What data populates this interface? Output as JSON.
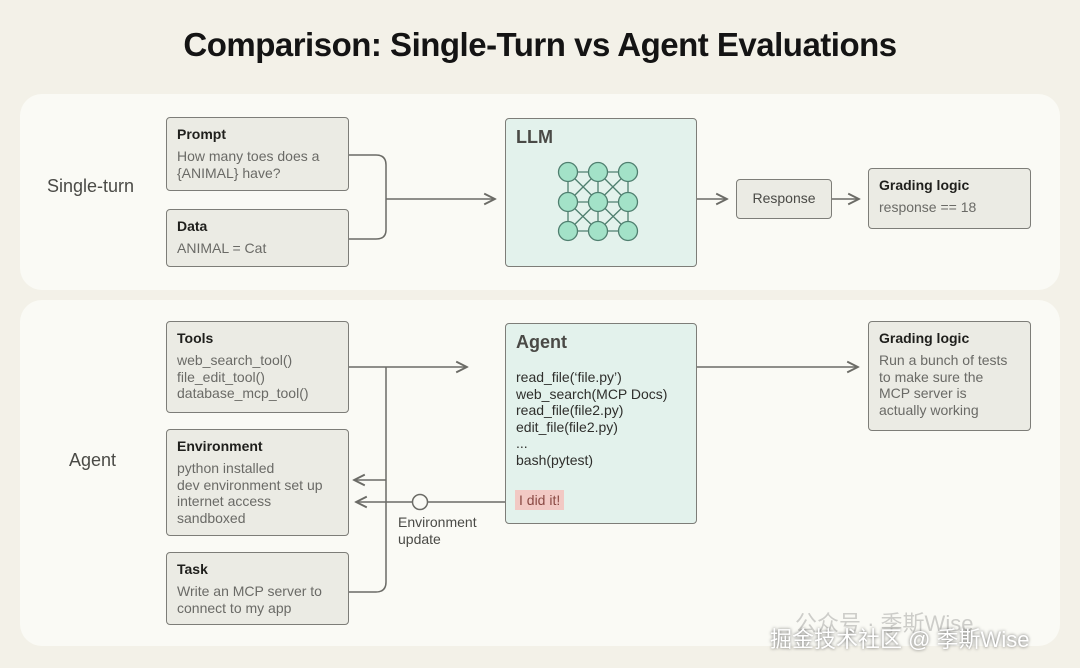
{
  "title": "Comparison: Single-Turn vs Agent Evaluations",
  "single_turn": {
    "row_label": "Single-turn",
    "prompt": {
      "header": "Prompt",
      "lines": [
        "How many toes does a",
        "{ANIMAL} have?"
      ]
    },
    "data": {
      "header": "Data",
      "lines": [
        "ANIMAL = Cat"
      ]
    },
    "llm": {
      "header": "LLM"
    },
    "response": "Response",
    "grading": {
      "header": "Grading logic",
      "lines": [
        "response == 18"
      ]
    }
  },
  "agent": {
    "row_label": "Agent",
    "tools": {
      "header": "Tools",
      "lines": [
        "web_search_tool()",
        "file_edit_tool()",
        "database_mcp_tool()"
      ]
    },
    "environment": {
      "header": "Environment",
      "lines": [
        "python installed",
        "dev environment set up",
        "internet access",
        "sandboxed"
      ]
    },
    "task": {
      "header": "Task",
      "lines": [
        "Write an MCP server to",
        "connect to my app"
      ]
    },
    "agent_box": {
      "header": "Agent",
      "code": [
        "read_file(‘file.py’)",
        "web_search(MCP Docs)",
        "read_file(file2.py)",
        "edit_file(file2.py)",
        "...",
        "bash(pytest)"
      ],
      "highlight": "I did it!"
    },
    "env_update": [
      "Environment",
      "update"
    ],
    "grading": {
      "header": "Grading logic",
      "lines": [
        "Run a bunch of tests",
        "to make sure the",
        "MCP server is",
        "actually working"
      ]
    }
  },
  "watermark": {
    "line1": "公众号 · 季斯Wise",
    "line2": "掘金技术社区 @ 季斯Wise"
  },
  "colors": {
    "mint": "#e3f2ec",
    "box": "#ebebe4",
    "panel": "#fafaf5",
    "highlight": "#f2c9c4",
    "node": "#a3e2c8"
  }
}
